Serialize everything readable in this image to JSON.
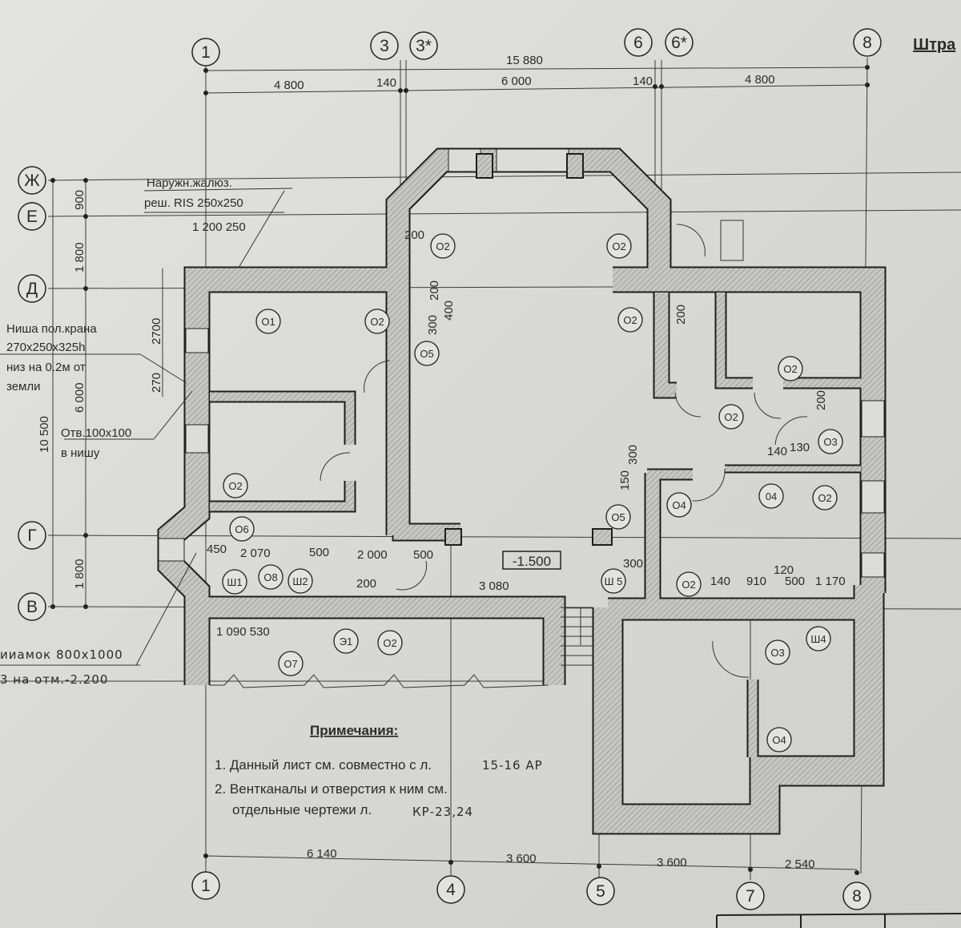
{
  "sheet": {
    "title_fragment": "Штра",
    "elevation": "-1.500"
  },
  "axes": {
    "top": [
      "1",
      "3",
      "3*",
      "6",
      "6*",
      "8"
    ],
    "left": [
      "Ж",
      "Е",
      "Д",
      "Г",
      "В"
    ],
    "bottom": [
      "1",
      "4",
      "5",
      "7",
      "8"
    ]
  },
  "dimensions": {
    "top_total": "15 880",
    "top": [
      "4 800",
      "140",
      "6 000",
      "140",
      "4 800"
    ],
    "left": [
      "900",
      "1 800",
      "6 000",
      "10 500",
      "1 800",
      "2700",
      "270"
    ],
    "bottom": [
      "6 140",
      "3 600",
      "3 600",
      "2 540"
    ],
    "inner": [
      "1 200 250",
      "200",
      "200",
      "300",
      "400",
      "200",
      "200",
      "140",
      "130",
      "300",
      "150",
      "450",
      "2 070",
      "500",
      "2 000",
      "500",
      "200",
      "3 080",
      "300",
      "140",
      "910",
      "120",
      "500",
      "1 170",
      "1 090 530"
    ]
  },
  "markers": [
    "O1",
    "O2",
    "O2",
    "O5",
    "O2",
    "O2",
    "O2",
    "O2",
    "O3",
    "O4",
    "04",
    "O2",
    "O5",
    "O2",
    "O6",
    "Ш1",
    "O8",
    "Ш2",
    "Э1",
    "O2",
    "O7",
    "Ш 5",
    "O2",
    "O3",
    "Ш4",
    "O4"
  ],
  "annotations": {
    "grille_line1": "Наружн.жалюз.",
    "grille_line2": "реш. RIS 250x250",
    "niche_line1": "Ниша пол.крана",
    "niche_line2": "270x250x325h",
    "niche_line3": "низ на 0.2м от",
    "niche_line4": "земли",
    "hole_line1": "Отв.100x100",
    "hole_line2": "в нишу",
    "pit_line1": "ииамок 800x1000",
    "pit_line2": "3 на отм.-2.200"
  },
  "notes": {
    "heading": "Примечания:",
    "item1": "1. Данный лист см. совместно с л.",
    "item1_hand": "15-16 АР",
    "item2a": "2. Вентканалы и отверстия к ним см.",
    "item2b": "отдельные чертежи л.",
    "item2_hand": "КР-23,24"
  }
}
